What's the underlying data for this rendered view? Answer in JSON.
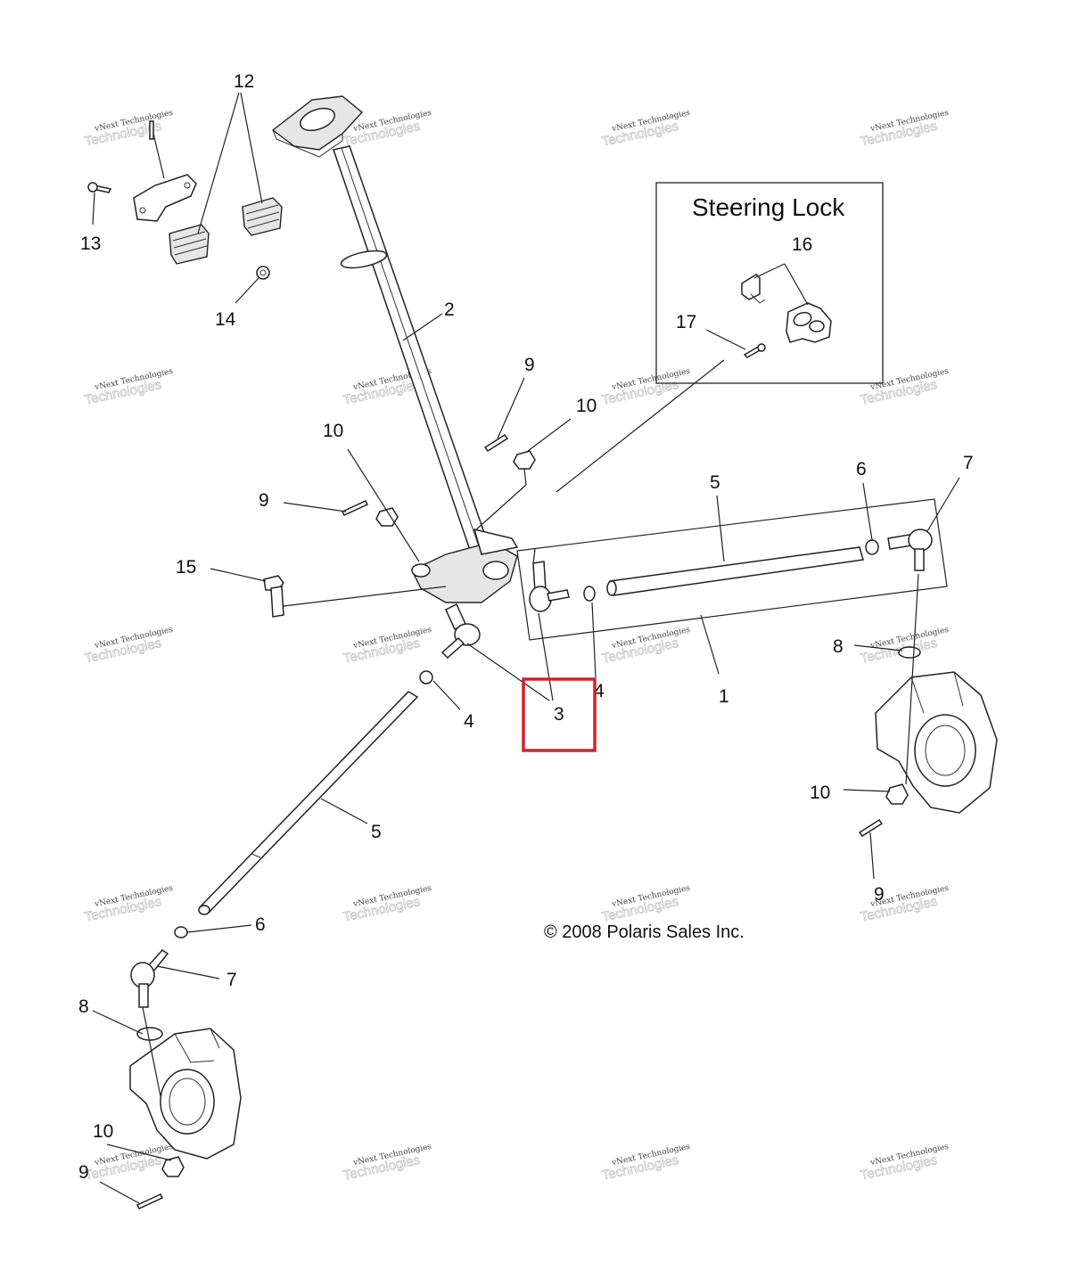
{
  "title_box": {
    "title": "Steering Lock"
  },
  "copyright": "© 2008 Polaris Sales Inc.",
  "watermark": {
    "line1": "vNext Technologies",
    "line2": "Technologies"
  },
  "highlight": {
    "callout": "3",
    "color": "#d6202a"
  },
  "callouts": {
    "c1": "1",
    "c2": "2",
    "c3": "3",
    "c4a": "4",
    "c4b": "4",
    "c5a": "5",
    "c5b": "5",
    "c6a": "6",
    "c6b": "6",
    "c7a": "7",
    "c7b": "7",
    "c8a": "8",
    "c8b": "8",
    "c9a": "9",
    "c9b": "9",
    "c9c": "9",
    "c9d": "9",
    "c10a": "10",
    "c10b": "10",
    "c10c": "10",
    "c10d": "10",
    "c12": "12",
    "c13": "13",
    "c14": "14",
    "c15": "15",
    "c16": "16",
    "c17": "17"
  }
}
